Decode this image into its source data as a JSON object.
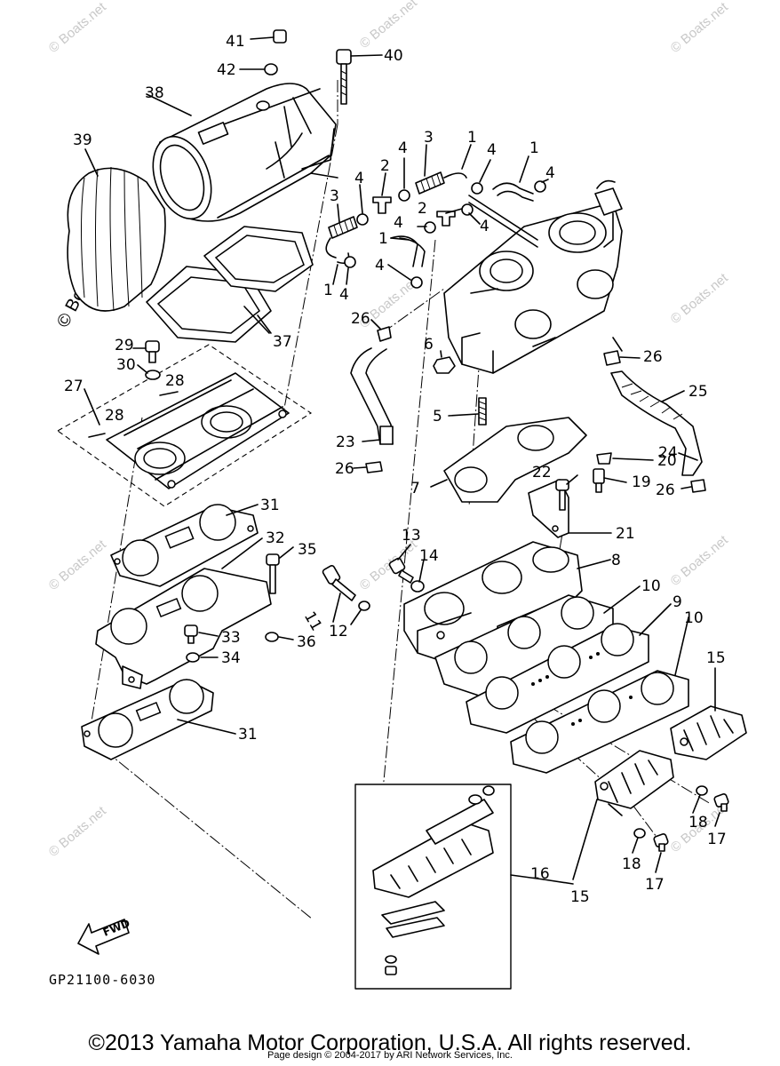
{
  "diagram": {
    "part_code": "GP21100-6030",
    "fwd_label": "FWD",
    "watermark": "© Boats.net",
    "callouts": {
      "c1a": "1",
      "c1b": "1",
      "c1c": "1",
      "c1d": "1",
      "c2a": "2",
      "c2b": "2",
      "c3a": "3",
      "c3b": "3",
      "c4a": "4",
      "c4b": "4",
      "c4c": "4",
      "c4d": "4",
      "c4e": "4",
      "c4f": "4",
      "c4g": "4",
      "c4h": "4",
      "c5": "5",
      "c6": "6",
      "c7": "7",
      "c8": "8",
      "c9": "9",
      "c10a": "10",
      "c10b": "10",
      "c11": "11",
      "c12": "12",
      "c13": "13",
      "c14": "14",
      "c15a": "15",
      "c15b": "15",
      "c16": "16",
      "c17a": "17",
      "c17b": "17",
      "c18a": "18",
      "c18b": "18",
      "c19": "19",
      "c20": "20",
      "c21": "21",
      "c22": "22",
      "c23": "23",
      "c24": "24",
      "c25": "25",
      "c26a": "26",
      "c26b": "26",
      "c26c": "26",
      "c26d": "26",
      "c27": "27",
      "c28a": "28",
      "c28b": "28",
      "c29": "29",
      "c30": "30",
      "c31a": "31",
      "c31b": "31",
      "c32": "32",
      "c33": "33",
      "c34": "34",
      "c35": "35",
      "c36": "36",
      "c37": "37",
      "c38": "38",
      "c39": "39",
      "c40": "40",
      "c41": "41",
      "c42": "42"
    }
  },
  "footer": {
    "copyright": "©2013 Yamaha Motor Corporation, U.S.A. All rights reserved.",
    "page_design": "Page design © 2004-2017 by ARI Network Services, Inc."
  }
}
